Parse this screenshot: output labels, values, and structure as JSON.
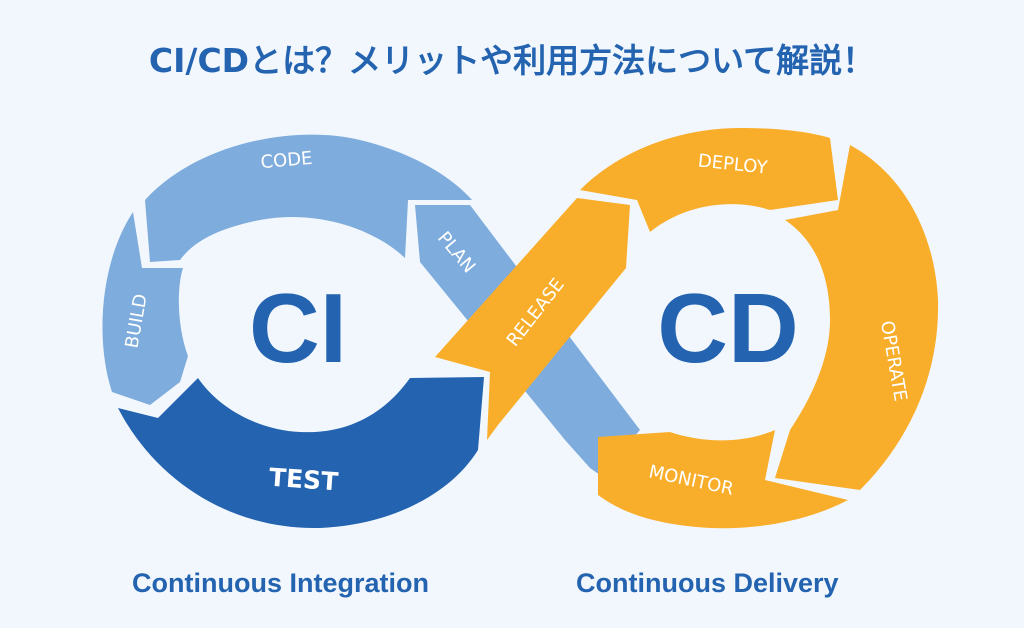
{
  "title": "CI/CDとは？メリットや利用方法について解説！",
  "colors": {
    "background": "#f2f7fd",
    "light_blue": "#7eacdc",
    "dark_blue": "#2363b0",
    "orange": "#f9ae2b",
    "text_blue": "#2363b0"
  },
  "ci": {
    "center_label": "CI",
    "caption": "Continuous Integration",
    "stages": {
      "plan": "PLAN",
      "code": "CODE",
      "build": "BUILD",
      "test": "TEST"
    }
  },
  "cd": {
    "center_label": "CD",
    "caption": "Continuous Delivery",
    "stages": {
      "release": "RELEASE",
      "deploy": "DEPLOY",
      "operate": "OPERATE",
      "monitor": "MONITOR"
    }
  }
}
